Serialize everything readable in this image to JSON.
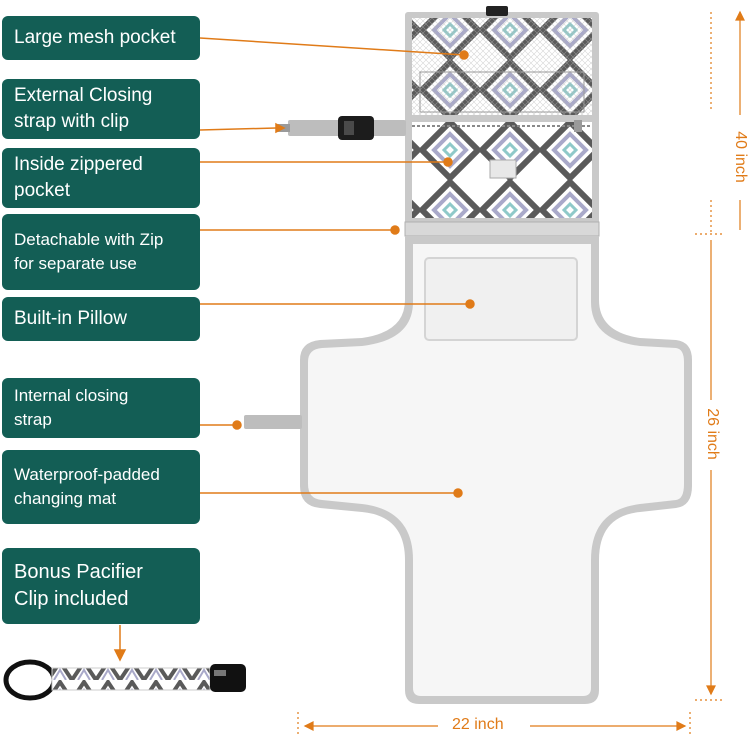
{
  "colors": {
    "label_bg": "#135e55",
    "label_text": "#ffffff",
    "accent": "#e07b18",
    "mat_border": "#c9c9c9",
    "pattern_dark": "#5a5a5a",
    "pattern_light": "#a9a9c9",
    "pattern_teal": "#8fc9c9"
  },
  "labels": [
    {
      "id": "mesh",
      "lines": [
        "Large mesh pocket"
      ]
    },
    {
      "id": "strap-clip",
      "lines": [
        "External Closing",
        "strap with clip"
      ]
    },
    {
      "id": "zip-pocket",
      "lines": [
        "Inside zippered",
        "pocket"
      ]
    },
    {
      "id": "detachable",
      "lines": [
        "Detachable with Zip",
        "for separate use"
      ]
    },
    {
      "id": "pillow",
      "lines": [
        "Built-in Pillow"
      ]
    },
    {
      "id": "internal-strap",
      "lines": [
        "Internal closing",
        "strap"
      ]
    },
    {
      "id": "mat",
      "lines": [
        "Waterproof-padded",
        "changing mat"
      ]
    },
    {
      "id": "pacifier",
      "lines": [
        "Bonus Pacifier",
        "Clip included"
      ]
    }
  ],
  "dimensions": {
    "total_height": "40 inch",
    "mat_height": "26 inch",
    "width": "22 inch"
  }
}
